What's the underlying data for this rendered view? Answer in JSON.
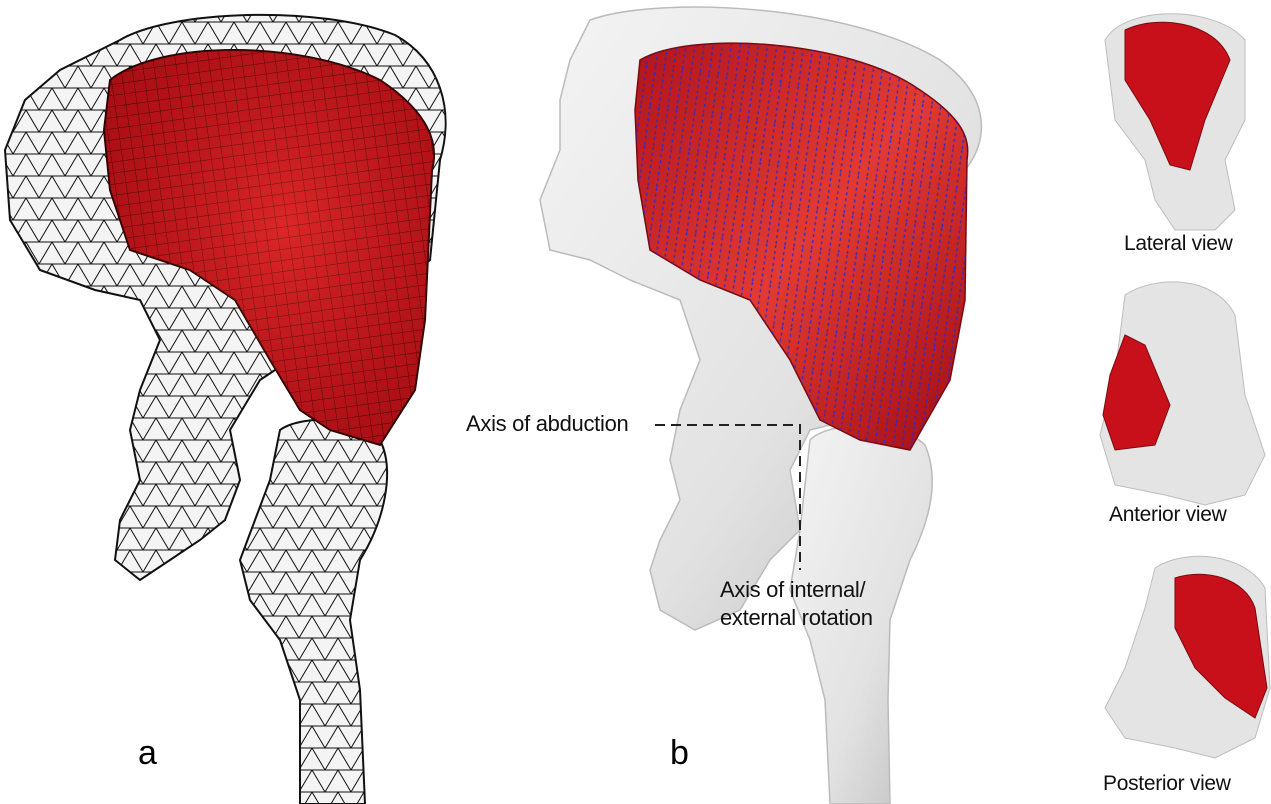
{
  "panels": {
    "a": {
      "label": "a"
    },
    "b": {
      "label": "b",
      "annotations": {
        "abduction_axis": "Axis of abduction",
        "rotation_axis_line1": "Axis of internal/",
        "rotation_axis_line2": "external rotation"
      }
    }
  },
  "views": [
    {
      "caption": "Lateral view"
    },
    {
      "caption": "Anterior view"
    },
    {
      "caption": "Posterior view"
    }
  ],
  "colors": {
    "muscle": "#c8101a",
    "muscle_highlight": "#e8302c",
    "bone": "#e4e4e4",
    "bone_shadow": "#b8b8b8",
    "mesh": "#111111",
    "fibers": "#2a2ad0"
  }
}
